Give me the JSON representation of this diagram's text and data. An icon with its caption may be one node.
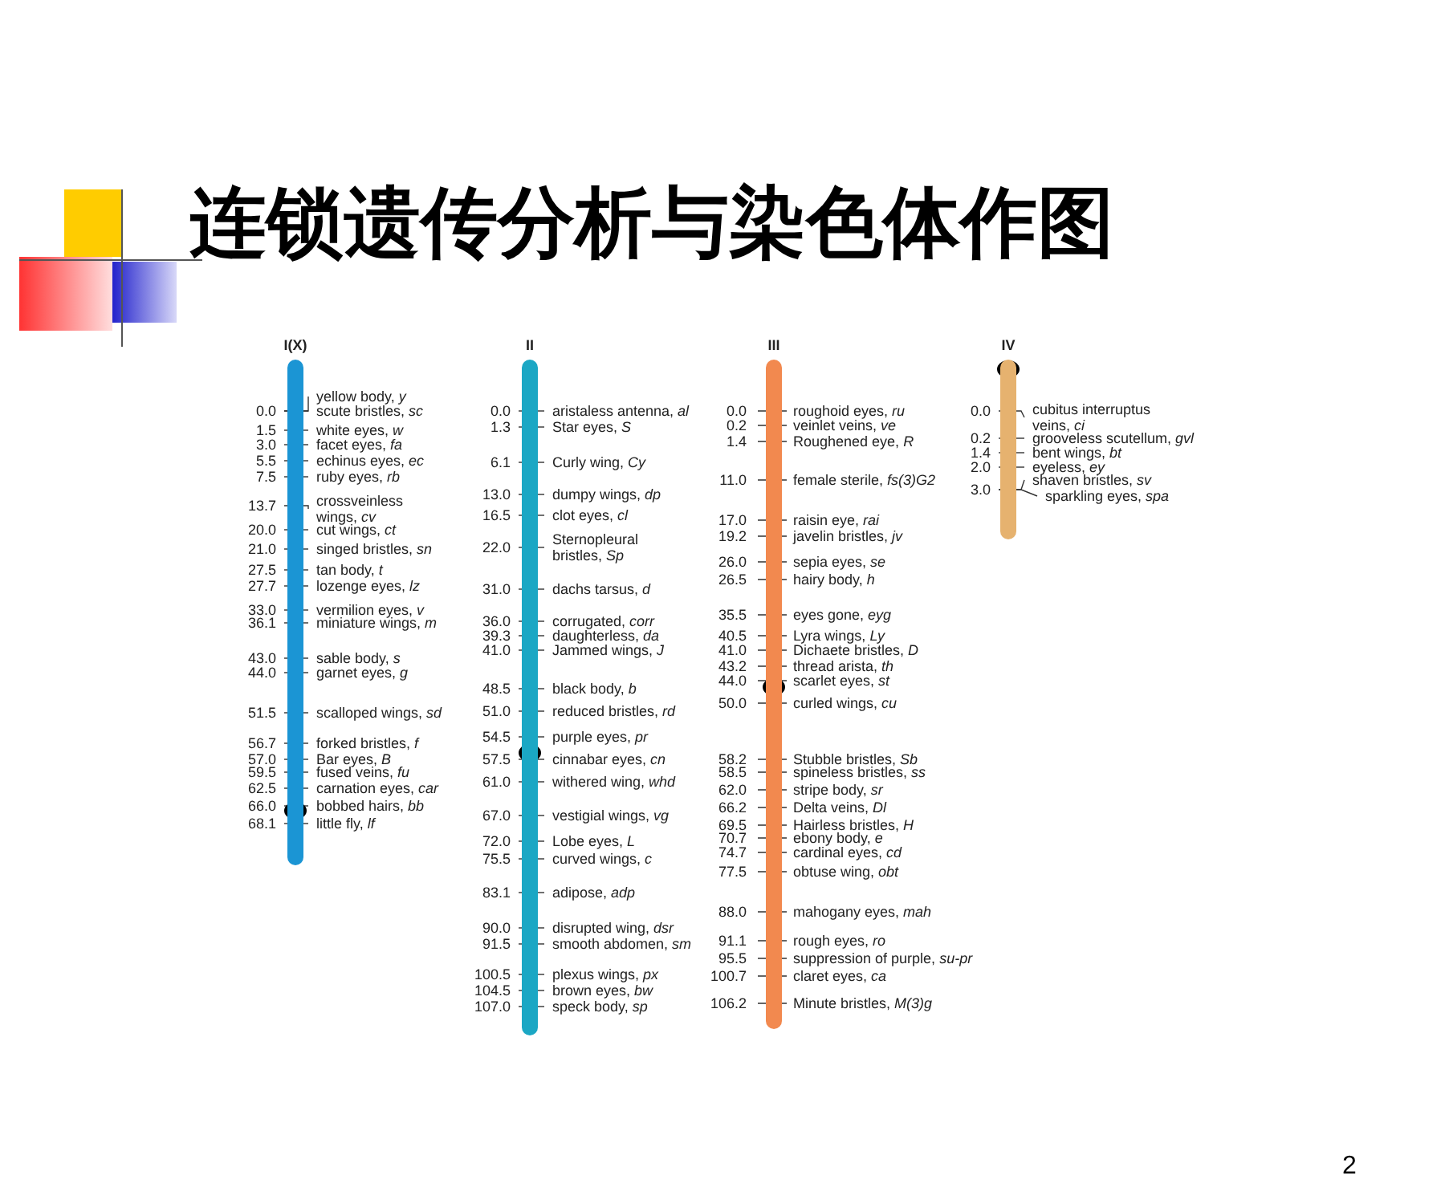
{
  "diagram": {
    "title": "连锁遗传分析与染色体作图",
    "nodes": [
      {
        "text": [
          "I(X)"
        ]
      },
      {
        "text": [
          "II"
        ]
      },
      {
        "text": [
          "III"
        ]
      },
      {
        "text": [
          "IV"
        ]
      }
    ],
    "labels": [
      "yellow body, *y*",
      "0.0",
      "scute bristles, *sc*",
      "1.5",
      "white eyes, *w*",
      "3.0",
      "facet eyes, *fa*",
      "5.5",
      "echinus eyes, *ec*",
      "7.5",
      "ruby eyes, *rb*",
      "13.7",
      "crossveinless wings, *cv*",
      "20.0",
      "cut wings, *ct*",
      "21.0",
      "singed bristles, *sn*",
      "27.5",
      "tan body, *t*",
      "27.7",
      "lozenge eyes, *lz*",
      "33.0",
      "vermilion eyes, *v*",
      "36.1",
      "miniature wings, *m*",
      "43.0",
      "sable body, *s*",
      "44.0",
      "garnet eyes, *g*",
      "51.5",
      "scalloped wings, *sd*",
      "56.7",
      "forked bristles, *f*",
      "57.0",
      "Bar eyes, *B*",
      "59.5",
      "fused veins, *fu*",
      "62.5",
      "carnation eyes, *car*",
      "66.0",
      "bobbed hairs, *bb*",
      "68.1",
      "little fly, *lf*",
      "0.0",
      "aristaless antenna, *al*",
      "1.3",
      "Star eyes, *S*",
      "6.1",
      "Curly wing, *Cy*",
      "13.0",
      "dumpy wings, *dp*",
      "16.5",
      "clot eyes, *cl*",
      "22.0",
      "Sternopleural bristles, *Sp*",
      "31.0",
      "dachs tarsus, *d*",
      "36.0",
      "corrugated, *corr*",
      "39.3",
      "daughterless, *da*",
      "41.0",
      "Jammed wings, *J*",
      "48.5",
      "black body, *b*",
      "51.0",
      "reduced bristles, *rd*",
      "54.5",
      "purple eyes, *pr*",
      "57.5",
      "cinnabar eyes, *cn*",
      "61.0",
      "withered wing, *whd*",
      "67.0",
      "vestigial wings, *vg*",
      "72.0",
      "Lobe eyes, *L*",
      "75.5",
      "curved wings, *c*",
      "83.1",
      "adipose, *adp*",
      "90.0",
      "disrupted wing, *dsr*",
      "91.5",
      "smooth abdomen, *sm*",
      "100.5",
      "plexus wings, *px*",
      "104.5",
      "brown eyes, *bw*",
      "107.0",
      "speck body, *sp*",
      "0.0",
      "roughoid eyes, *ru*",
      "0.2",
      "veinlet veins, *ve*",
      "1.4",
      "Roughened eye, *R*",
      "11.0",
      "female sterile, *fs(3)G2*",
      "17.0",
      "raisin eye, *rai*",
      "19.2",
      "javelin bristles, *jv*",
      "26.0",
      "sepia eyes, *se*",
      "26.5",
      "hairy body, *h*",
      "35.5",
      "eyes gone, *eyg*",
      "40.5",
      "Lyra wings, *Ly*",
      "41.0",
      "Dichaete bristles, *D*",
      "43.2",
      "thread arista, *th*",
      "44.0",
      "scarlet eyes, *st*",
      "50.0",
      "curled wings, *cu*",
      "58.2",
      "Stubble bristles, *Sb*",
      "58.5",
      "spineless bristles, *ss*",
      "62.0",
      "stripe body, *sr*",
      "66.2",
      "Delta veins, *Dl*",
      "69.5",
      "Hairless bristles, *H*",
      "70.7",
      "ebony body, *e*",
      "74.7",
      "cardinal eyes, *cd*",
      "77.5",
      "obtuse wing, *obt*",
      "88.0",
      "mahogany eyes, *mah*",
      "91.1",
      "rough eyes, *ro*",
      "95.5",
      "suppression of purple, *su-pr*",
      "100.7",
      "claret eyes, *ca*",
      "106.2",
      "Minute bristles, *M(3)g*",
      "0.0",
      "cubitus interruptus veins, *ci*",
      "0.2",
      "grooveless scutellum, *gvl*",
      "1.4",
      "bent wings, *bt*",
      "2.0",
      "eyeless, *ey*",
      "3.0",
      "shaven bristles, *sv*",
      "sparkling eyes, *spa*",
      "2"
    ]
  }
}
